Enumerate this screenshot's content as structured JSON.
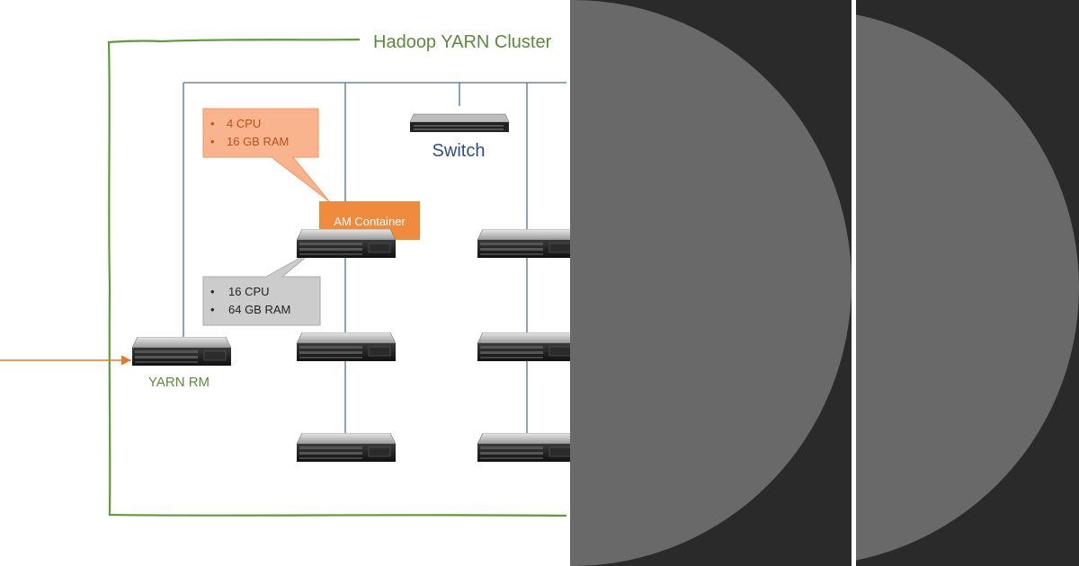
{
  "cluster": {
    "title": "Hadoop YARN Cluster"
  },
  "switch": {
    "label": "Switch",
    "icon": "network-switch-icon"
  },
  "am_container": {
    "label": "AM Container",
    "color": "#f08a3c"
  },
  "callout_am": {
    "items": [
      "4 CPU",
      "16 GB RAM"
    ],
    "color": "#f9b48e"
  },
  "callout_node": {
    "items": [
      "16 CPU",
      "64 GB RAM"
    ],
    "color": "#cccccc"
  },
  "yarn_rm": {
    "label": "YARN RM",
    "icon": "server-icon"
  },
  "colors": {
    "cluster_border": "#5d9a3a",
    "network_line": "#4a6fa5",
    "title_text": "#5d8a3a",
    "switch_text": "#2f4f7f",
    "rm_text": "#5d8a3a",
    "arrow": "#e07b2a",
    "panel_bg": "#2a2a2a",
    "panel_disc": "#696969"
  }
}
